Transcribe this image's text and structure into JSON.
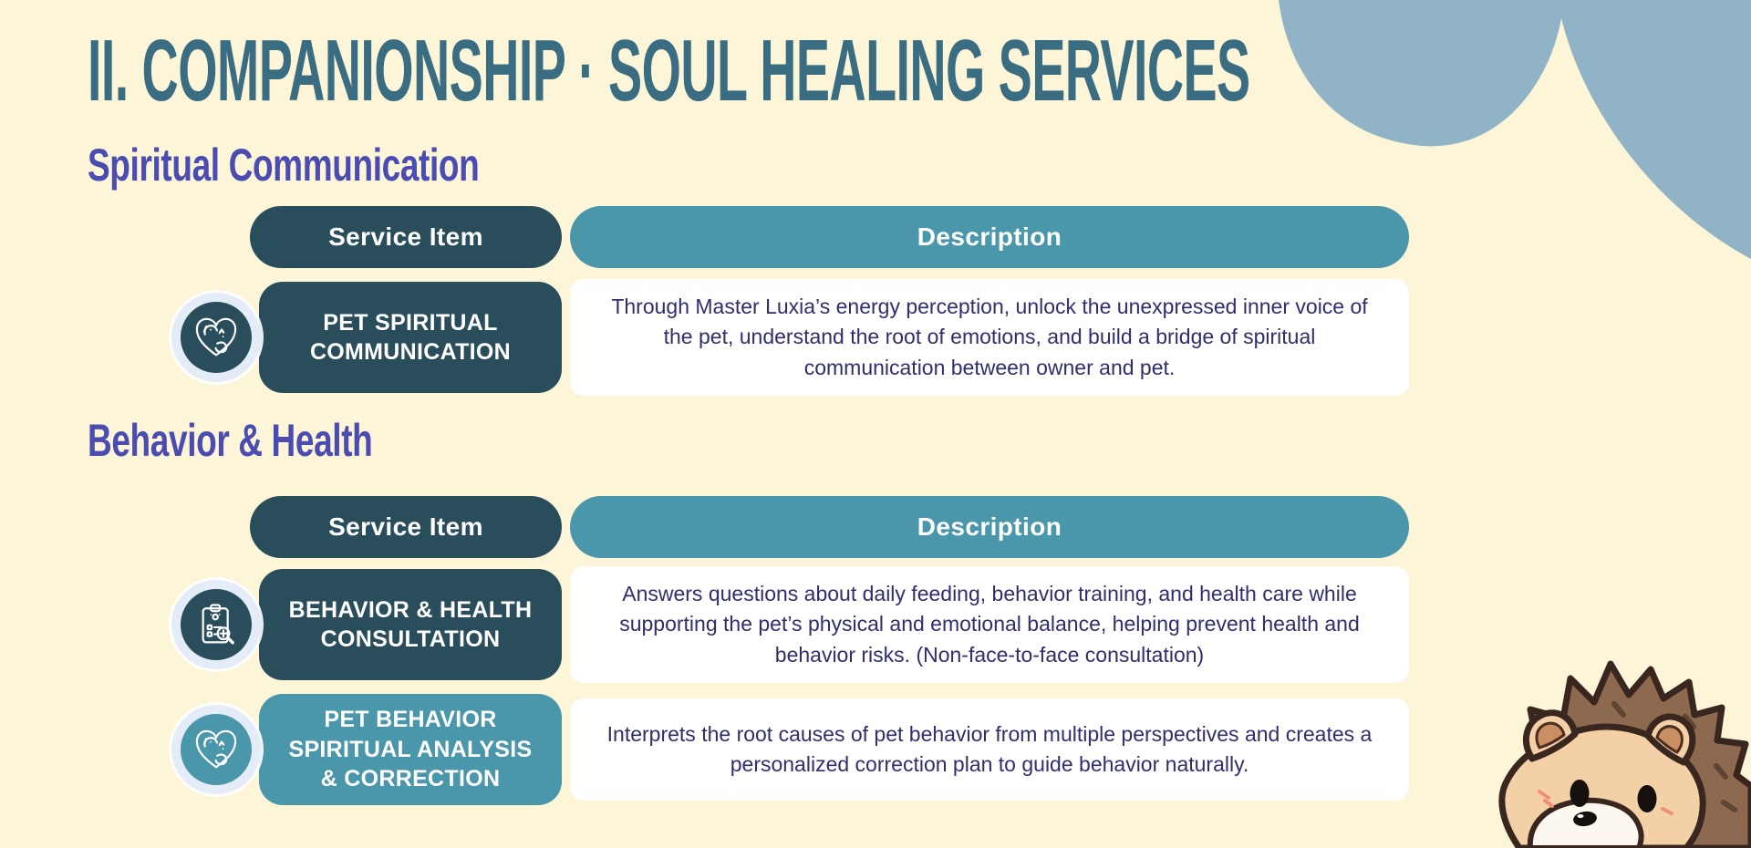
{
  "page": {
    "title": "II. COMPANIONSHIP · SOUL HEALING SERVICES"
  },
  "colors": {
    "background": "#fcf5d8",
    "title_teal": "#3a6d81",
    "heading_purple": "#4b4cb1",
    "dark_teal": "#2a4d5c",
    "light_teal": "#4a96aa",
    "description_text": "#302e6e",
    "cloud_blue": "#90b4c6",
    "icon_ring": "#e4ecf8"
  },
  "sections": [
    {
      "heading": "Spiritual Communication",
      "table": {
        "headers": {
          "service": "Service Item",
          "description": "Description"
        },
        "rows": [
          {
            "icon": "heart-with-pets-icon",
            "service": "PET SPIRITUAL COMMUNICATION",
            "description": "Through Master Luxia’s energy perception, unlock the unexpressed inner voice of the pet, understand the root of emotions, and build a bridge of spiritual communication between owner and pet."
          }
        ]
      }
    },
    {
      "heading": "Behavior & Health",
      "table": {
        "headers": {
          "service": "Service Item",
          "description": "Description"
        },
        "rows": [
          {
            "icon": "clipboard-paw-magnifier-icon",
            "service": "BEHAVIOR & HEALTH CONSULTATION",
            "description": "Answers questions about daily feeding, behavior training, and health care while supporting the pet’s physical and emotional balance, helping prevent health and behavior risks. (Non-face-to-face consultation)"
          },
          {
            "icon": "heart-with-pets-icon",
            "service": "PET BEHAVIOR SPIRITUAL ANALYSIS & CORRECTION",
            "description": "Interprets the root causes of pet behavior from multiple perspectives and creates a personalized correction plan to guide behavior naturally."
          }
        ]
      }
    }
  ],
  "decor": {
    "cloud": "cloud-shape",
    "mascot": "hedgehog-illustration"
  }
}
